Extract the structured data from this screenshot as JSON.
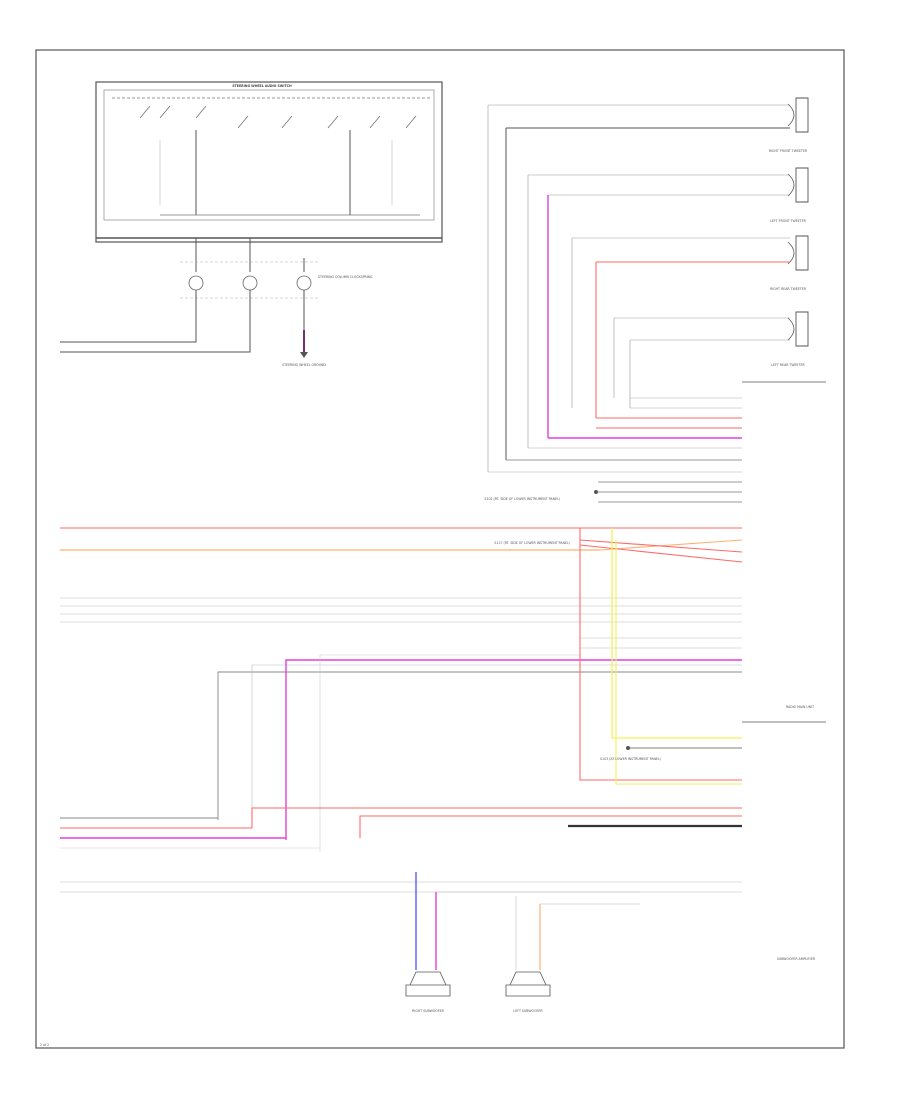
{
  "colors": {
    "red": "#ff6a6a",
    "orange": "#ffb070",
    "magenta": "#e040e0",
    "yellow": "#f2f25a",
    "blue": "#5a5aff",
    "grey": "#9a9a9a",
    "dark": "#555555",
    "light": "#c8c8c8"
  },
  "steering_switch": {
    "title": "STEERING WHEEL AUDIO SWITCH"
  },
  "clockspring": {
    "label": "STEERING COLUMN CLOCKSPRING"
  },
  "ground": {
    "label": "STEERING WHEEL GROUND"
  },
  "speakers": {
    "right_front_tweeter": "RIGHT FRONT TWEETER",
    "left_front_tweeter": "LEFT FRONT TWEETER",
    "right_rear_tweeter": "RIGHT REAR TWEETER",
    "left_rear_tweeter": "LEFT REAR TWEETER",
    "subwoofer_right": "RIGHT SUBWOOFER",
    "subwoofer_left": "LEFT SUBWOOFER"
  },
  "modules": {
    "radio_main": "RADIO MAIN UNIT",
    "subwoofer_amp": "SUBWOOFER AMPLIFIER"
  },
  "splices": {
    "shield_a": "S102 (RT. SIDE OF LOWER INSTRUMENT PANEL)",
    "shield_b": "S117 (RT. SIDE OF LOWER INSTRUMENT PANEL)",
    "shield_c": "S103 (AT LOWER INSTRUMENT PANEL)"
  },
  "footer": {
    "page": "2 of 2"
  },
  "icons": [
    "ground-icon",
    "connector-icon",
    "splice-icon"
  ]
}
